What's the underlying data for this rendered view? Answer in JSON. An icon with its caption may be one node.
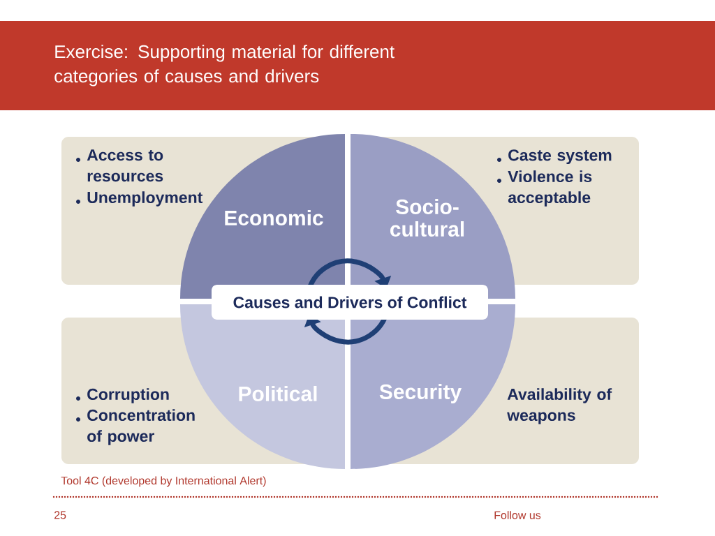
{
  "diagram": {
    "title": "Exercise: Supporting material for different categories of causes and drivers",
    "nodes": [
      {
        "text": [
          "Access to resources",
          "Unemployment"
        ]
      },
      {
        "text": [
          "Economic"
        ]
      },
      {
        "text": [
          "Socio-cultural"
        ]
      },
      {
        "text": [
          "Caste system",
          "Violence is acceptable"
        ]
      },
      {
        "text": [
          "Causes and Drivers of Conflict"
        ]
      },
      {
        "text": [
          "Corruption",
          "Concentration of power"
        ]
      },
      {
        "text": [
          "Political"
        ]
      },
      {
        "text": [
          "Security"
        ]
      },
      {
        "text": [
          "Availability of weapons"
        ]
      }
    ],
    "labels": [
      "Tool 4C (developed by International Alert)",
      "25",
      "Follow us"
    ]
  }
}
